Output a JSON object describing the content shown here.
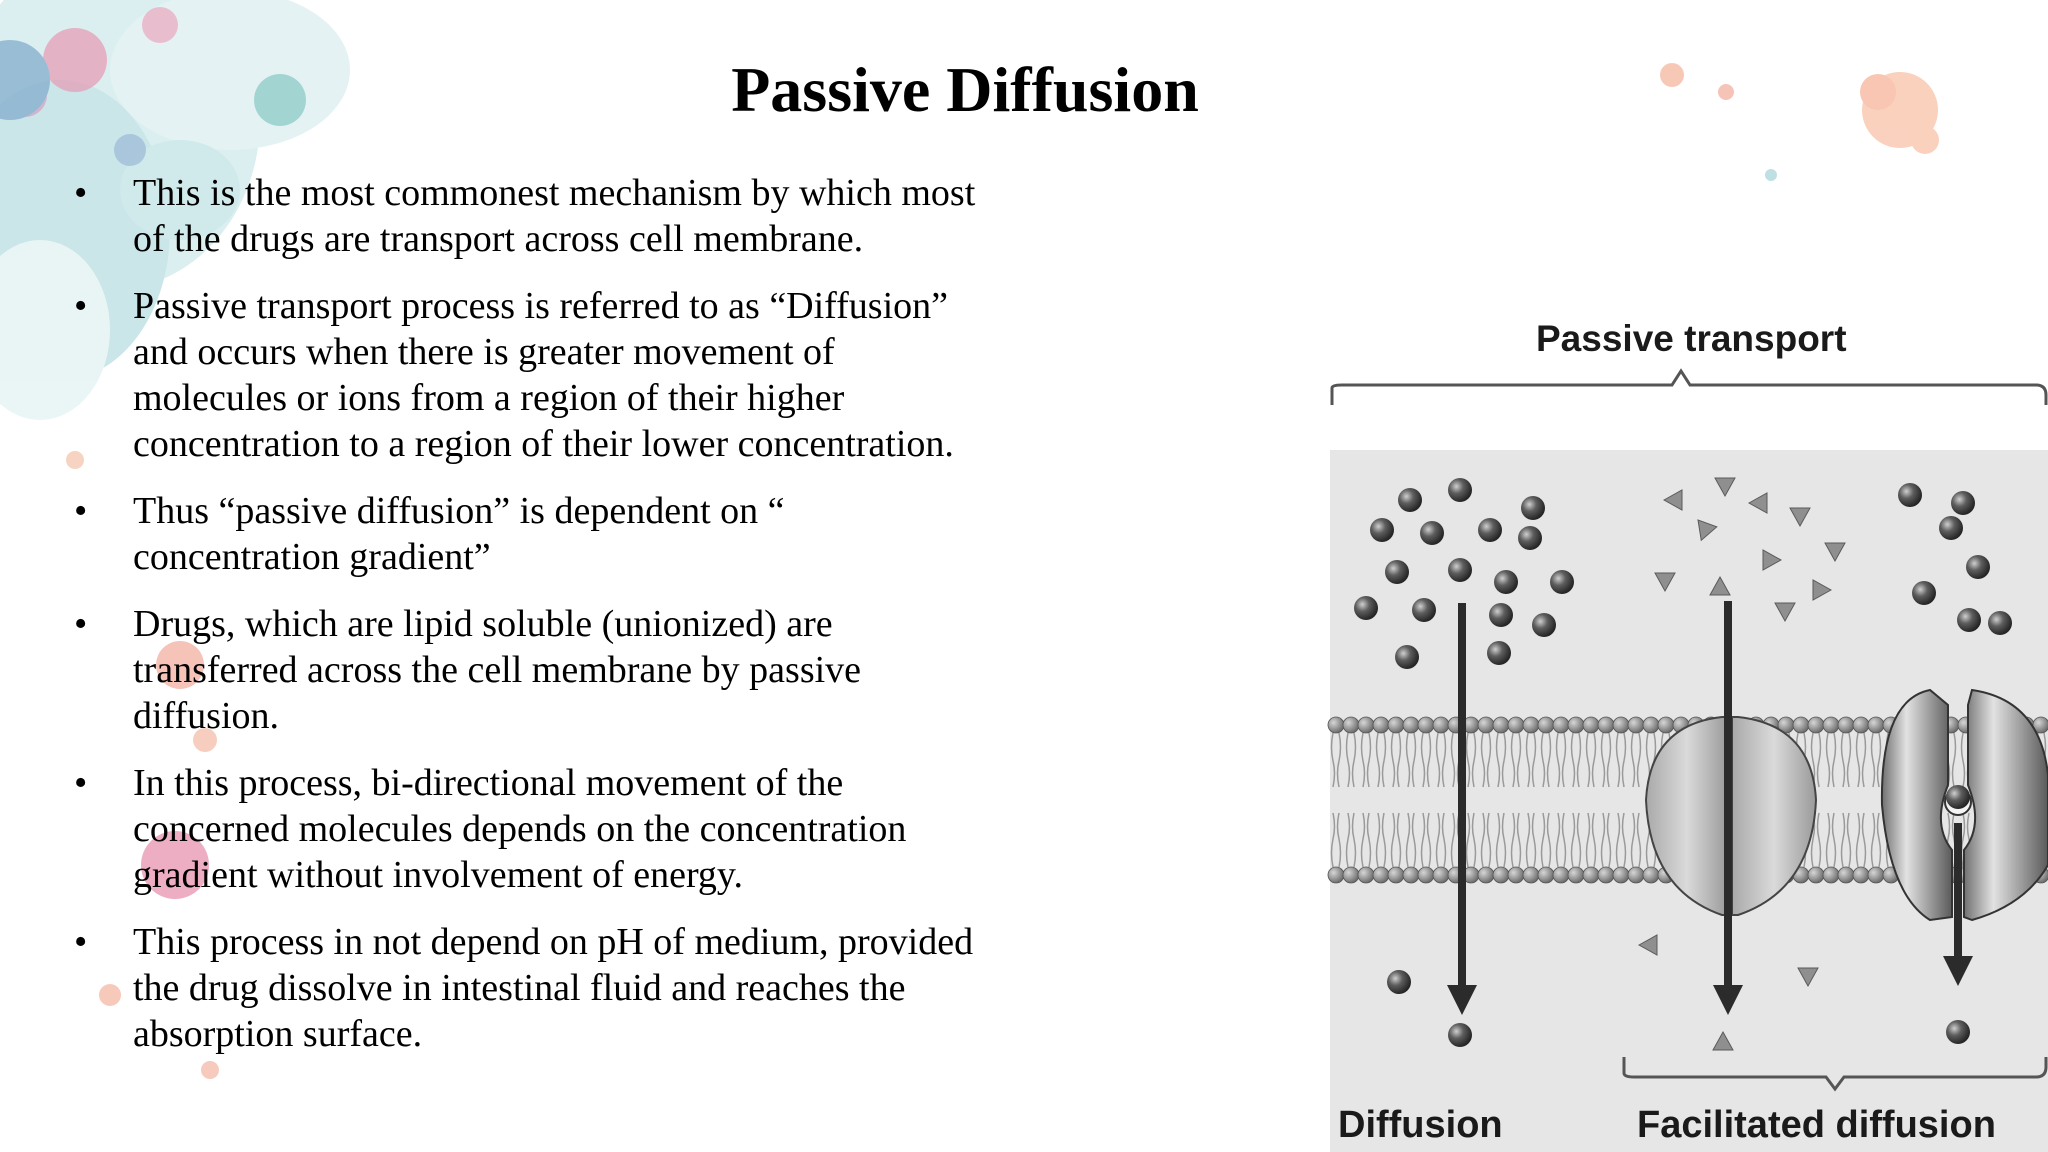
{
  "slide": {
    "title": "Passive Diffusion",
    "bullet_symbol": "•",
    "bullets": [
      "This is the most commonest mechanism by which most\nof the drugs are transport across cell membrane.",
      "Passive transport process is referred to as “Diffusion”\nand occurs when there is greater movement of\nmolecules or ions from  a region of their higher\nconcentration to a region of their lower concentration.",
      "Thus “passive diffusion” is dependent on “\nconcentration gradient”",
      "Drugs, which are lipid soluble (unionized) are\ntransferred across the cell membrane by passive\ndiffusion.",
      "In this process, bi-directional movement of the\nconcerned molecules depends on the concentration\ngradient without involvement of energy.",
      "This process in not depend on pH of medium, provided\nthe drug dissolve in intestinal fluid and reaches the\nabsorption surface."
    ]
  },
  "figure": {
    "title": "Passive transport",
    "label_left": "Diffusion",
    "label_right": "Facilitated diffusion"
  },
  "colors": {
    "text": "#000000",
    "figure_background": "#e6e6e6",
    "membrane_bead": "#8a8a8a",
    "molecule": "#3e3e3e",
    "arrow": "#2b2b2b",
    "deco_teal": "#7cc6cb",
    "deco_pink": "#e08aa8",
    "deco_peach": "#f6b6a0"
  }
}
